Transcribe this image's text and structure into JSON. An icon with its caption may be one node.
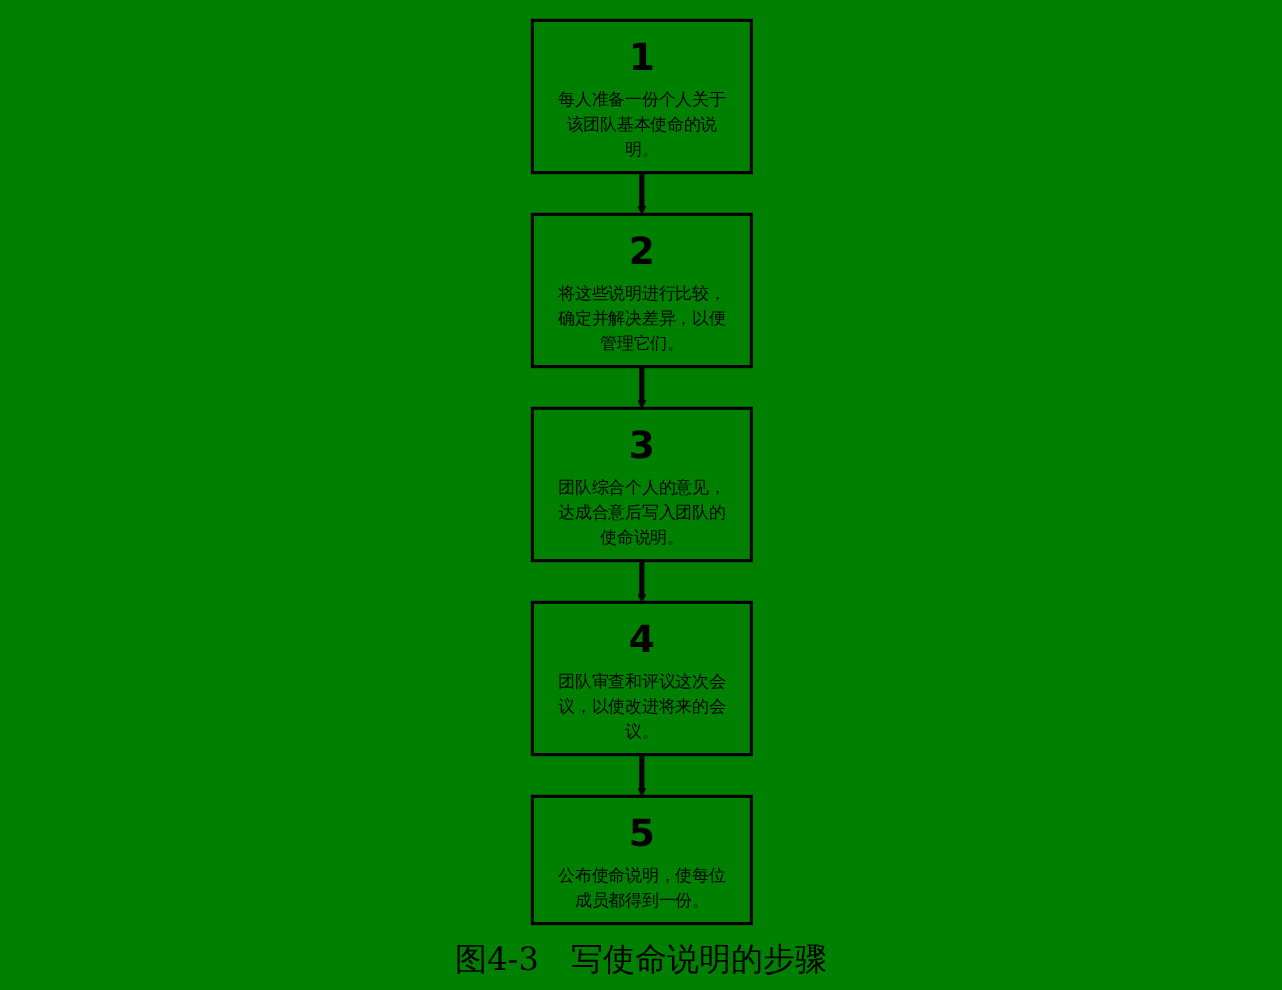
{
  "diagram": {
    "caption": "图4-3　写使命说明的步骤",
    "nodes": [
      {
        "text": [
          "1",
          "每人准备一份个人关于该团队基本使命的说明。"
        ]
      },
      {
        "text": [
          "2",
          "将这些说明进行比较，确定并解决差异，以便管理它们。"
        ]
      },
      {
        "text": [
          "3",
          "团队综合个人的意见，达成合意后写入团队的使命说明。"
        ]
      },
      {
        "text": [
          "4",
          "团队审查和评议这次会议，以使改进将来的会议。"
        ]
      },
      {
        "text": [
          "5",
          "公布使命说明，使每位成员都得到一份。"
        ]
      }
    ],
    "edges": [
      {
        "from": 0,
        "to": 1,
        "arrow": "to"
      },
      {
        "from": 1,
        "to": 2,
        "arrow": "to"
      },
      {
        "from": 2,
        "to": 3,
        "arrow": "to"
      },
      {
        "from": 3,
        "to": 4,
        "arrow": "to"
      }
    ]
  }
}
